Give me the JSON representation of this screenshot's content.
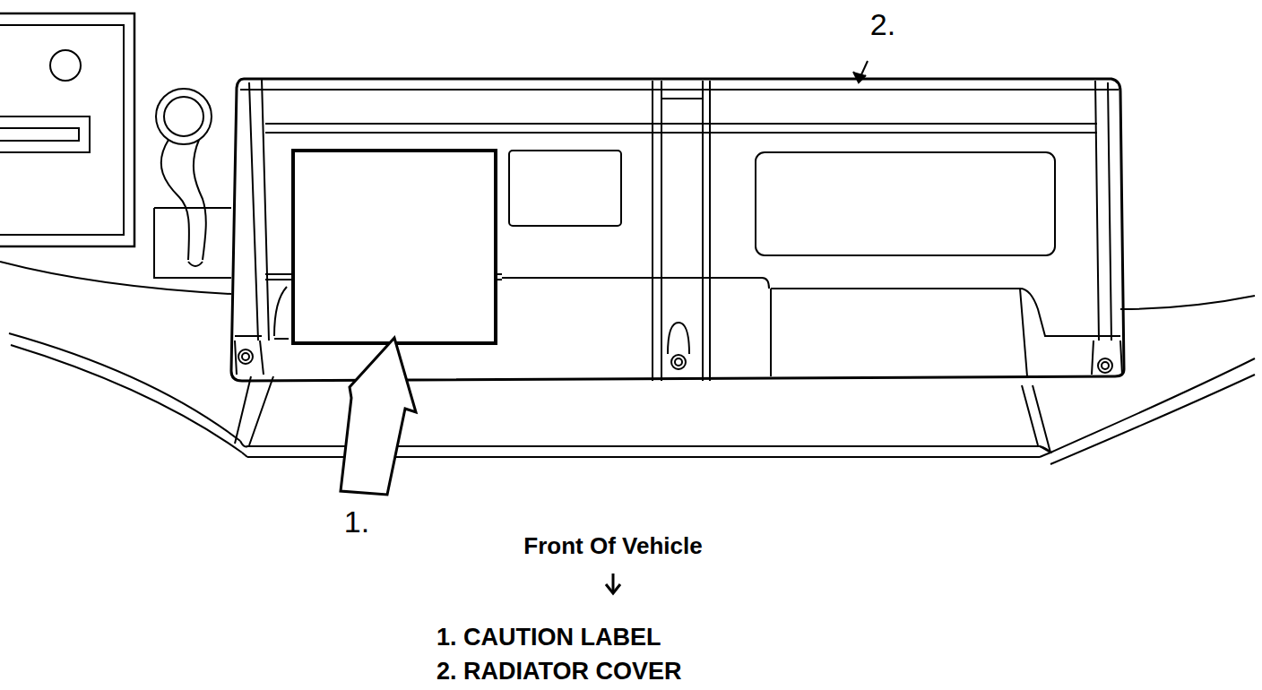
{
  "diagram": {
    "labels": [
      "2.",
      "1.",
      "Front Of Vehicle",
      "1. CAUTION LABEL",
      "2. RADIATOR COVER"
    ]
  }
}
